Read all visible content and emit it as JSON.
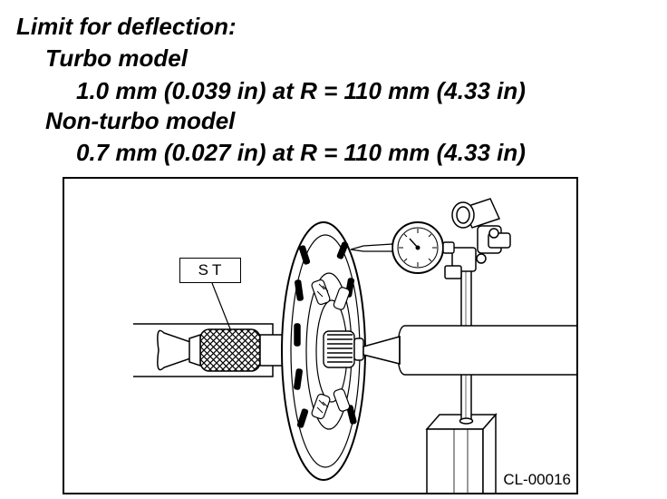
{
  "spec": {
    "heading": "Limit for deflection:",
    "turbo_label": "Turbo model",
    "turbo_value": "1.0 mm (0.039 in) at R = 110 mm (4.33 in)",
    "nonturbo_label": "Non-turbo model",
    "nonturbo_value": "0.7 mm (0.027 in) at R = 110 mm (4.33 in)"
  },
  "figure": {
    "tool_label": "ST",
    "figure_id": "CL-00016"
  }
}
